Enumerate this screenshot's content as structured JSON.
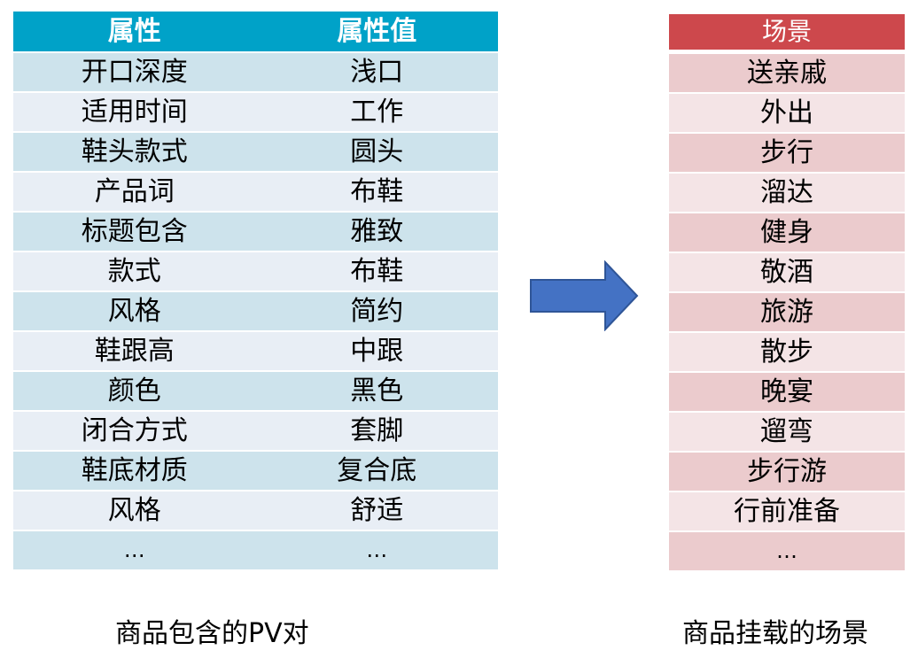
{
  "pv_table": {
    "headers": [
      "属性",
      "属性值"
    ],
    "rows": [
      [
        "开口深度",
        "浅口"
      ],
      [
        "适用时间",
        "工作"
      ],
      [
        "鞋头款式",
        "圆头"
      ],
      [
        "产品词",
        "布鞋"
      ],
      [
        "标题包含",
        "雅致"
      ],
      [
        "款式",
        "布鞋"
      ],
      [
        "风格",
        "简约"
      ],
      [
        "鞋跟高",
        "中跟"
      ],
      [
        "颜色",
        "黑色"
      ],
      [
        "闭合方式",
        "套脚"
      ],
      [
        "鞋底材质",
        "复合底"
      ],
      [
        "风格",
        "舒适"
      ],
      [
        "…",
        "…"
      ]
    ],
    "header_color": "#00a2c8",
    "row_colors": [
      "#cde3ec",
      "#e8eef5"
    ]
  },
  "scene_table": {
    "header": "场景",
    "rows": [
      "送亲戚",
      "外出",
      "步行",
      "溜达",
      "健身",
      "敬酒",
      "旅游",
      "散步",
      "晚宴",
      "遛弯",
      "步行游",
      "行前准备",
      "…"
    ],
    "header_color": "#cd484c",
    "row_colors": [
      "#ebcbcd",
      "#f4e4e6"
    ]
  },
  "arrow": {
    "icon": "right-arrow-icon",
    "color": "#4472c4",
    "border_color": "#2f5597"
  },
  "captions": {
    "left": "商品包含的PV对",
    "right": "商品挂载的场景"
  }
}
